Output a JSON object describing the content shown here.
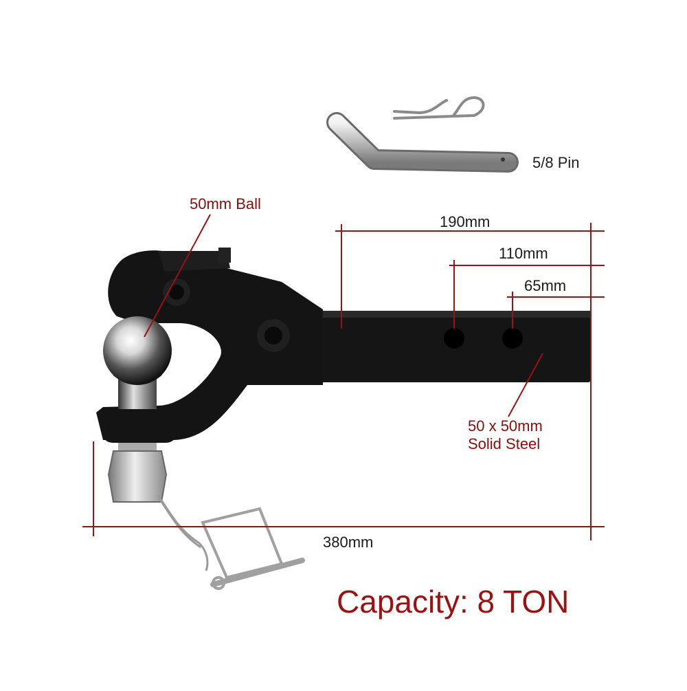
{
  "labels": {
    "pin": "5/8 Pin",
    "ball": "50mm Ball",
    "dim_190": "190mm",
    "dim_110": "110mm",
    "dim_65": "65mm",
    "steel_line1": "50 x 50mm",
    "steel_line2": "Solid Steel",
    "dim_380": "380mm",
    "capacity": "Capacity: 8 TON"
  },
  "colors": {
    "dimension_line": "#9c1212",
    "body": "#141414",
    "chrome": "#c8c8c8",
    "capacity_text": "#9c1212"
  }
}
